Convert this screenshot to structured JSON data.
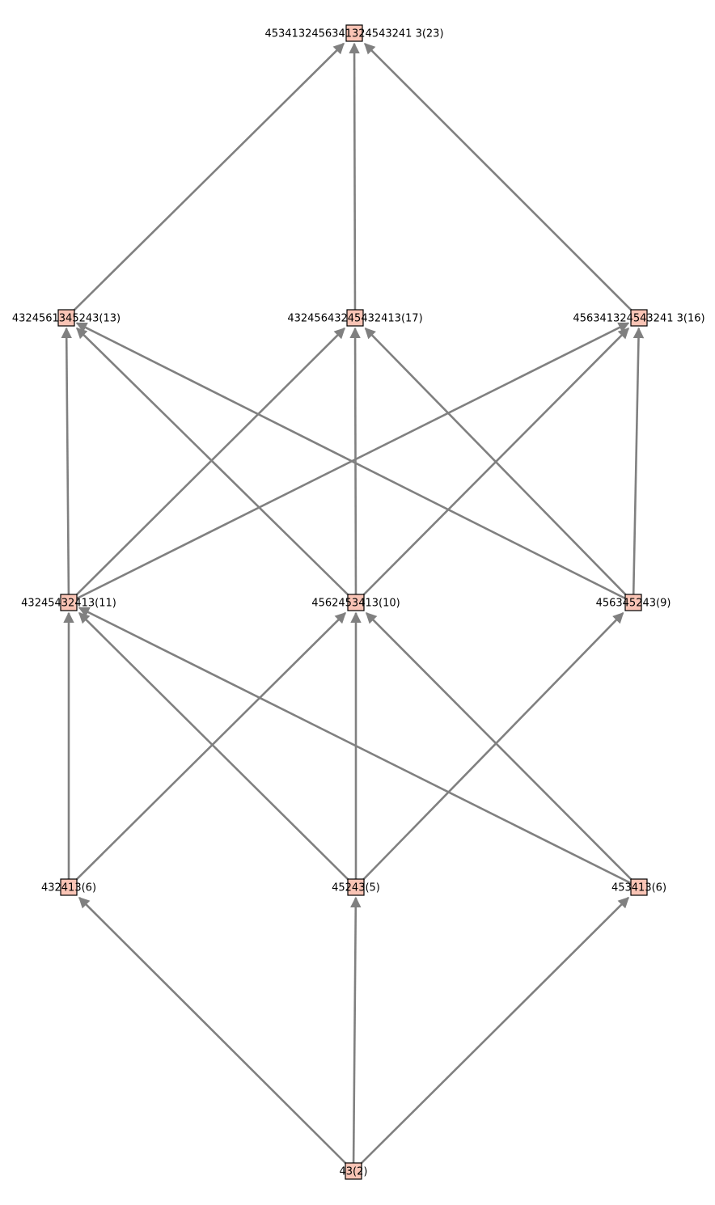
{
  "diagram": {
    "type": "directed-graph",
    "colors": {
      "edge": "#808080",
      "node_fill": "#f9c4b5",
      "node_stroke": "#000000",
      "label": "#000000"
    },
    "nodes": [
      {
        "id": "n23",
        "label": "4534132456341324543241 3(23)"
      },
      {
        "id": "n13",
        "label": "4324561345243(13)"
      },
      {
        "id": "n17",
        "label": "43245643245432413(17)"
      },
      {
        "id": "n16",
        "label": "456341324543241 3(16)"
      },
      {
        "id": "n11",
        "label": "43245432413(11)"
      },
      {
        "id": "n10",
        "label": "4562453413(10)"
      },
      {
        "id": "n9",
        "label": "456345243(9)"
      },
      {
        "id": "n6a",
        "label": "432413(6)"
      },
      {
        "id": "n5",
        "label": "45243(5)"
      },
      {
        "id": "n6b",
        "label": "453413(6)"
      },
      {
        "id": "n2",
        "label": "43(2)"
      }
    ],
    "edges": [
      {
        "from": "n2",
        "to": "n6a"
      },
      {
        "from": "n2",
        "to": "n5"
      },
      {
        "from": "n2",
        "to": "n6b"
      },
      {
        "from": "n6a",
        "to": "n11"
      },
      {
        "from": "n6a",
        "to": "n10"
      },
      {
        "from": "n5",
        "to": "n11"
      },
      {
        "from": "n5",
        "to": "n10"
      },
      {
        "from": "n5",
        "to": "n9"
      },
      {
        "from": "n6b",
        "to": "n11"
      },
      {
        "from": "n6b",
        "to": "n10"
      },
      {
        "from": "n11",
        "to": "n13"
      },
      {
        "from": "n11",
        "to": "n17"
      },
      {
        "from": "n11",
        "to": "n16"
      },
      {
        "from": "n10",
        "to": "n13"
      },
      {
        "from": "n10",
        "to": "n17"
      },
      {
        "from": "n10",
        "to": "n16"
      },
      {
        "from": "n9",
        "to": "n13"
      },
      {
        "from": "n9",
        "to": "n17"
      },
      {
        "from": "n9",
        "to": "n16"
      },
      {
        "from": "n13",
        "to": "n23"
      },
      {
        "from": "n17",
        "to": "n23"
      },
      {
        "from": "n16",
        "to": "n23"
      }
    ]
  }
}
